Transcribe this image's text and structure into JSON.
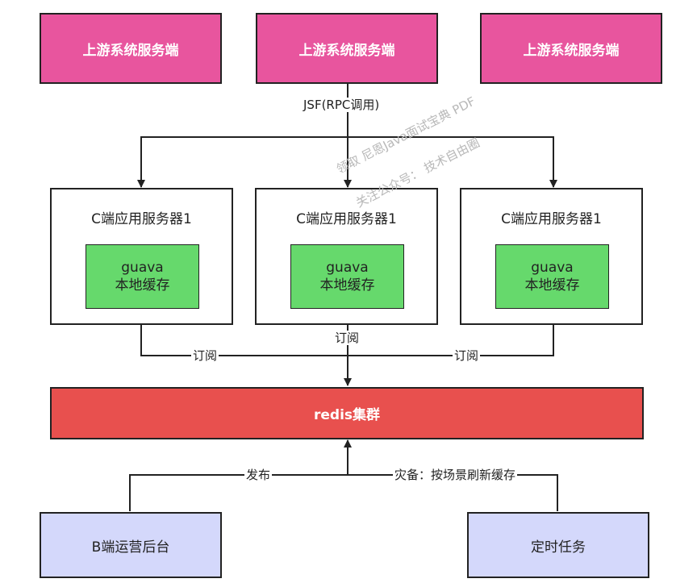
{
  "upstream": [
    {
      "label": "上游系统服务端"
    },
    {
      "label": "上游系统服务端"
    },
    {
      "label": "上游系统服务端"
    }
  ],
  "rpc_label": "JSF(RPC调用)",
  "servers": [
    {
      "title": "C端应用服务器1",
      "cache_line1": "guava",
      "cache_line2": "本地缓存"
    },
    {
      "title": "C端应用服务器1",
      "cache_line1": "guava",
      "cache_line2": "本地缓存"
    },
    {
      "title": "C端应用服务器1",
      "cache_line1": "guava",
      "cache_line2": "本地缓存"
    }
  ],
  "subscribe_labels": [
    "订阅",
    "订阅",
    "订阅"
  ],
  "redis_label": "redis集群",
  "publish_label": "发布",
  "disaster_label": "灾备：按场景刷新缓存",
  "backend_label": "B端运营后台",
  "scheduler_label": "定时任务",
  "watermark": {
    "line1": "领取 尼恩Java面试宝典 PDF",
    "line2": "关注公众号： 技术自由圈"
  },
  "colors": {
    "upstream": "#e8559e",
    "cache": "#66d96c",
    "redis": "#e8504e",
    "bottom": "#d4d8fb"
  }
}
